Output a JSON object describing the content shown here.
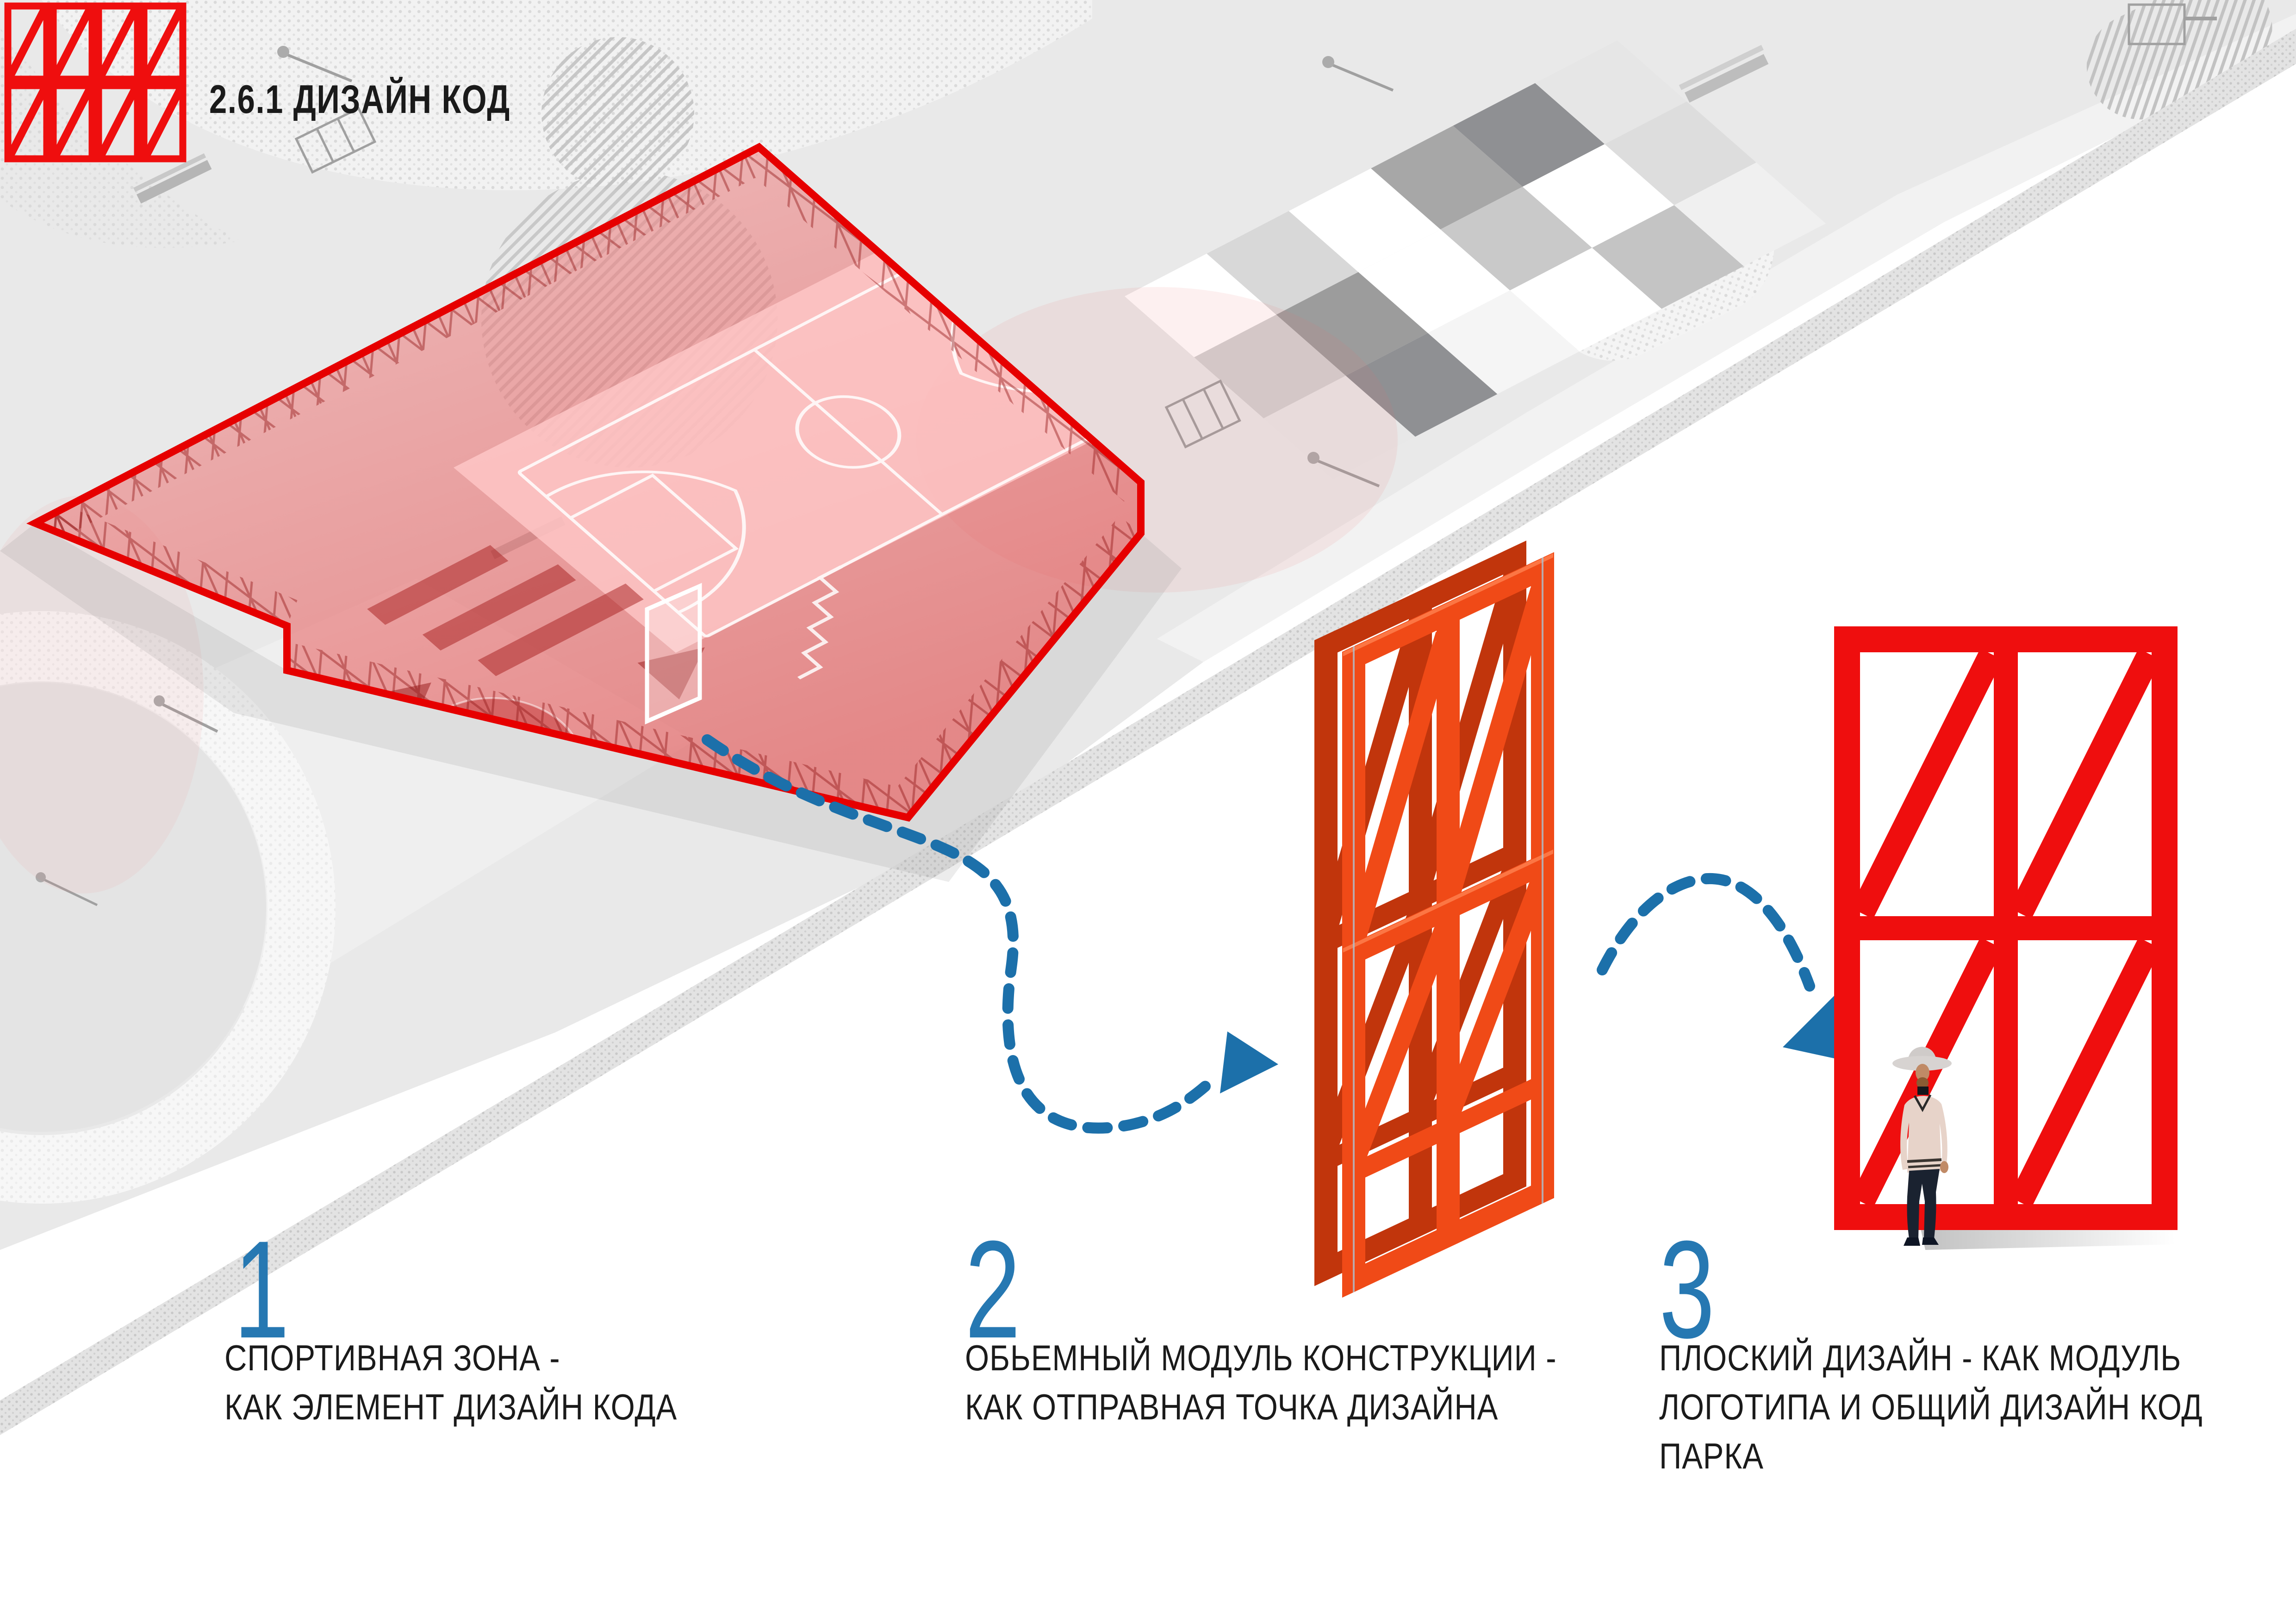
{
  "header": {
    "title": "2.6.1 ДИЗАЙН КОД"
  },
  "logo": {
    "name": "design-code-grid-logo",
    "columns": 4,
    "rows": 2
  },
  "steps": [
    {
      "number": "1",
      "lines": [
        "СПОРТИВНАЯ ЗОНА -",
        "КАК ЭЛЕМЕНТ ДИЗАЙН КОДА"
      ]
    },
    {
      "number": "2",
      "lines": [
        "ОБЬЕМНЫЙ МОДУЛЬ КОНСТРУКЦИИ -",
        "КАК ОТПРАВНАЯ ТОЧКА ДИЗАЙНА"
      ]
    },
    {
      "number": "3",
      "lines": [
        "ПЛОСКИЙ ДИЗАЙН - КАК МОДУЛЬ",
        "ЛОГОТИПА И ОБЩИЙ ДИЗАЙН КОД",
        "ПАРКА"
      ]
    }
  ],
  "figures": {
    "sports_zone": "red-translucent-sports-zone-box",
    "construction_module": "orange-3d-frame-module",
    "flat_pattern": "red-flat-grid-pattern-with-person"
  },
  "colors": {
    "red": "#EF0E0E",
    "outline_red": "#E60000",
    "blue": "#1C70AA",
    "number_blue": "#2678B2",
    "module_orange": "#F04A17",
    "module_orange_dark": "#C1350C",
    "text": "#1A1A1A",
    "bg_gray": "#E9E9E9"
  }
}
